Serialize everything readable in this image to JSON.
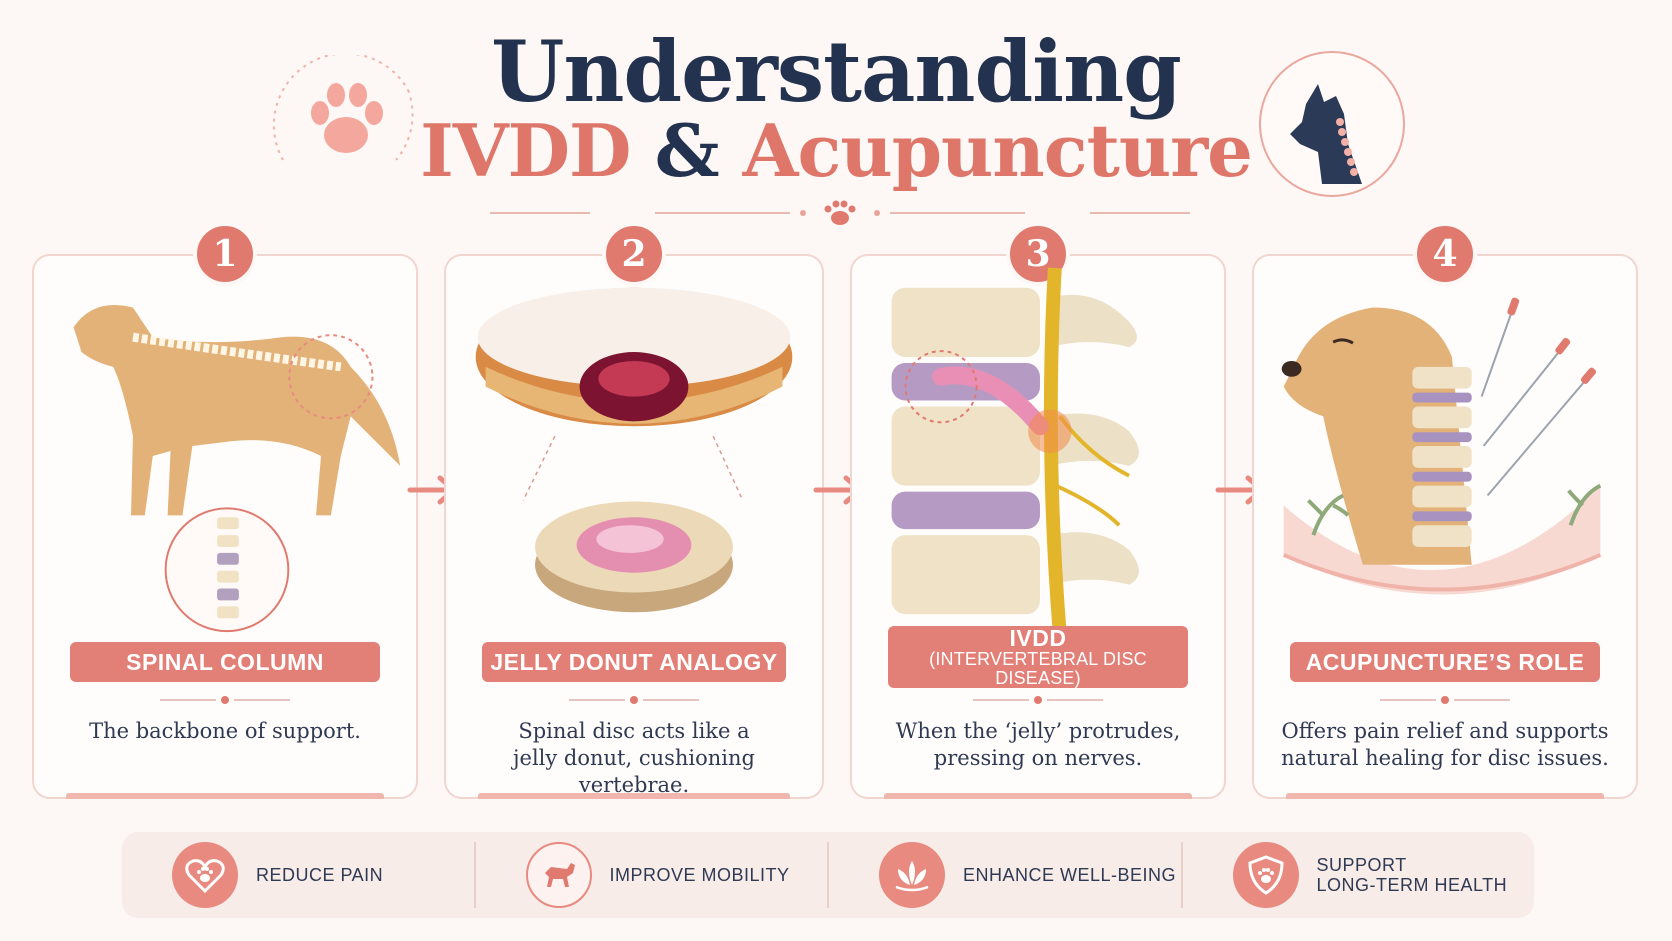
{
  "header": {
    "title_line1": "Understanding",
    "title_ivdd": "IVDD",
    "title_amp": "&",
    "title_acu": "Acupuncture"
  },
  "cards": [
    {
      "number": "1",
      "title": "SPINAL COLUMN",
      "desc": "The backbone of support."
    },
    {
      "number": "2",
      "title": "JELLY DONUT ANALOGY",
      "desc": "Spinal disc acts like a\njelly donut, cushioning vertebrae."
    },
    {
      "number": "3",
      "title": "IVDD",
      "subtitle": "(INTERVERTEBRAL DISC DISEASE)",
      "desc": "When the ‘jelly’ protrudes,\npressing on nerves."
    },
    {
      "number": "4",
      "title": "ACUPUNCTURE’S ROLE",
      "desc": "Offers pain relief and supports\nnatural healing for disc issues."
    }
  ],
  "benefits": [
    {
      "label": "REDUCE PAIN",
      "icon": "heart-paw-icon"
    },
    {
      "label": "IMPROVE MOBILITY",
      "icon": "dog-running-icon"
    },
    {
      "label": "ENHANCE WELL-BEING",
      "icon": "lotus-icon"
    },
    {
      "label": "SUPPORT\nLONG-TERM HEALTH",
      "icon": "shield-paw-icon"
    }
  ],
  "colors": {
    "accent": "#e07a6f",
    "navy": "#23324f",
    "background": "#fdf8f6"
  }
}
